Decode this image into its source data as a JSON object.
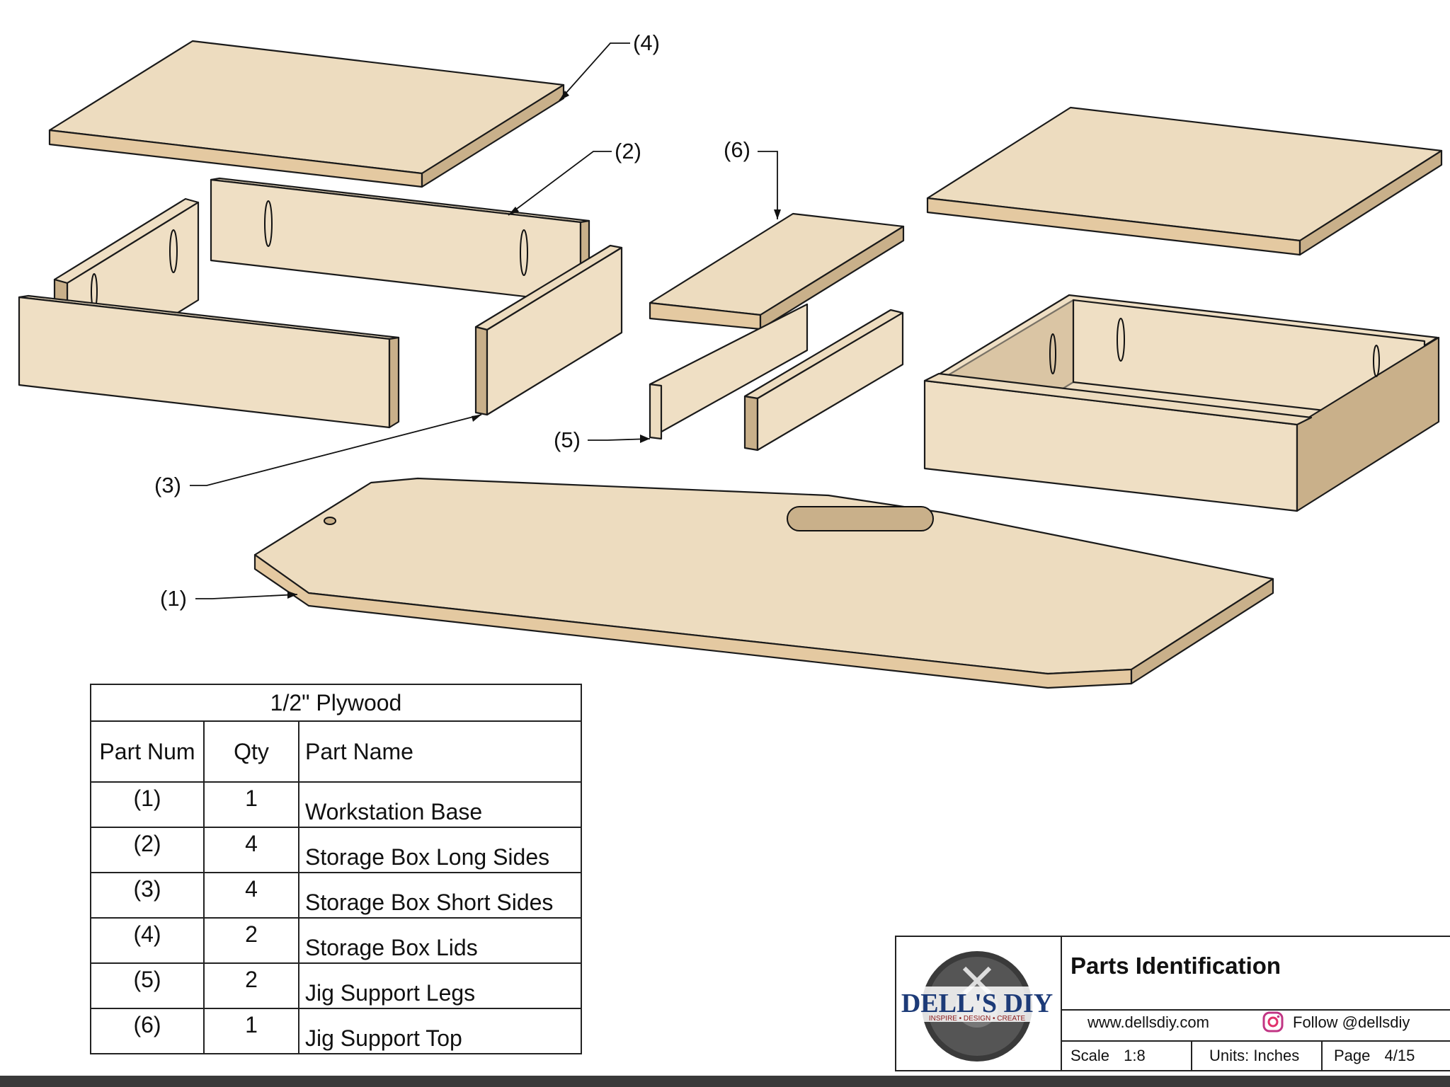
{
  "callouts": {
    "part1": "(1)",
    "part2": "(2)",
    "part3": "(3)",
    "part4": "(4)",
    "part5": "(5)",
    "part6": "(6)"
  },
  "parts_table": {
    "title": "1/2\" Plywood",
    "headers": {
      "part_num": "Part Num",
      "qty": "Qty",
      "part_name": "Part Name"
    },
    "rows": [
      {
        "part_num": "(1)",
        "qty": "1",
        "part_name": "Workstation Base"
      },
      {
        "part_num": "(2)",
        "qty": "4",
        "part_name": "Storage Box Long Sides"
      },
      {
        "part_num": "(3)",
        "qty": "4",
        "part_name": "Storage Box Short Sides"
      },
      {
        "part_num": "(4)",
        "qty": "2",
        "part_name": "Storage Box Lids"
      },
      {
        "part_num": "(5)",
        "qty": "2",
        "part_name": "Jig Support Legs"
      },
      {
        "part_num": "(6)",
        "qty": "1",
        "part_name": "Jig Support Top"
      }
    ]
  },
  "title_block": {
    "logo_text": "DELL'S DIY",
    "logo_tagline": "INSPIRE • DESIGN • CREATE",
    "title": "Parts Identification",
    "website": "www.dellsdiy.com",
    "follow": "Follow @dellsdiy",
    "scale_label": "Scale",
    "scale_value": "1:8",
    "units_label": "Units:",
    "units_value": "Inches",
    "page_label": "Page",
    "page_value": "4/15"
  },
  "colors": {
    "wood": "#ecdcc0",
    "wood_edge": "#e4c9a1",
    "outline": "#1a1a1a",
    "logo_red": "#8b1a1a",
    "logo_blue": "#1d3b78"
  }
}
